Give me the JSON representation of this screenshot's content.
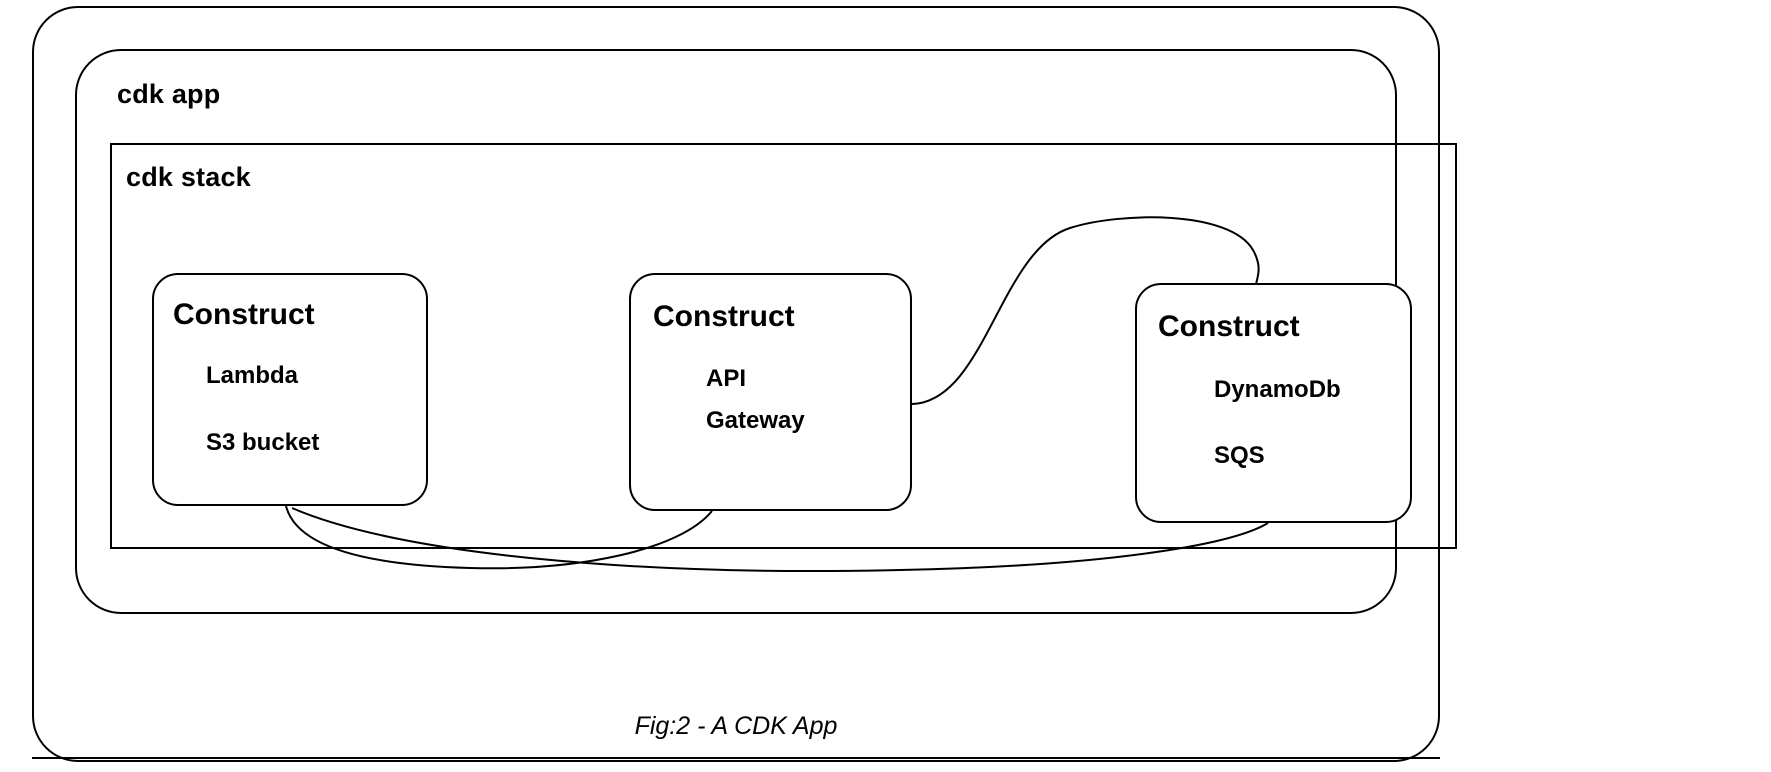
{
  "figure": {
    "caption": "Fig:2 - A CDK App",
    "outer_label": "",
    "app_label": "cdk app",
    "stack_label": "cdk stack",
    "stroke_color": "#000000",
    "background_color": "#ffffff"
  },
  "constructs": [
    {
      "title": "Construct",
      "items": [
        "Lambda",
        "S3 bucket"
      ]
    },
    {
      "title": "Construct",
      "items": [
        "API",
        "Gateway"
      ]
    },
    {
      "title": "Construct",
      "items": [
        "DynamoDb",
        "SQS"
      ]
    }
  ],
  "connections": [
    {
      "from": "Construct API Gateway",
      "to": "Construct DynamoDb SQS",
      "style": "curve"
    },
    {
      "from": "Construct Lambda S3 bucket",
      "to": "Construct API Gateway",
      "style": "curve"
    },
    {
      "from": "Construct Lambda S3 bucket",
      "to": "Construct DynamoDb SQS",
      "style": "curve"
    }
  ]
}
